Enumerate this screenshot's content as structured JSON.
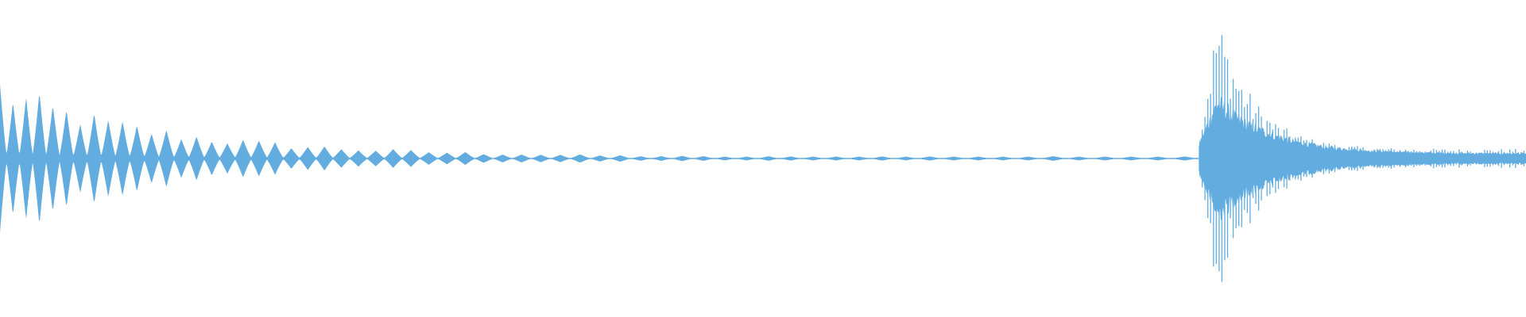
{
  "waveform": {
    "color": "#62acdf",
    "background": "#ffffff",
    "segments": [
      {
        "description_key": "decaying-pulse-train",
        "start": 0.0,
        "end": 0.79,
        "initial_amplitude": 0.43,
        "decay_per_pulse": 0.92,
        "min_amplitude": 0.012,
        "pulse_spacing_start": 0.0085,
        "pulse_spacing_end": 0.018
      },
      {
        "description_key": "sharp-attack-burst",
        "start": 0.785,
        "end": 1.0,
        "attack_at": 0.786,
        "peak_amplitude": 0.93,
        "peak_at": 0.798,
        "sustain_amplitude": 0.06,
        "cycle_spacing": 0.00185
      }
    ]
  }
}
